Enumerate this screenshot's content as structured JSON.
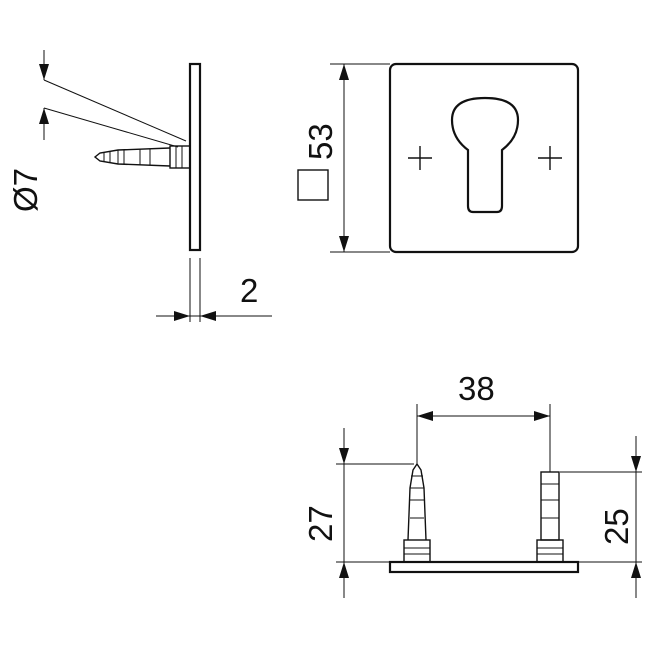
{
  "dimensions": {
    "rose_diameter": "Ø7",
    "plate_thickness": "2",
    "plate_size": "53",
    "screw_spacing": "38",
    "left_bolt_height": "27",
    "right_bolt_height": "25"
  },
  "views": [
    "side-view",
    "front-view",
    "bottom-view"
  ],
  "colors": {
    "line": "#111111",
    "background": "#ffffff"
  },
  "icons": {
    "square_symbol": "square-dimension-symbol-icon"
  }
}
